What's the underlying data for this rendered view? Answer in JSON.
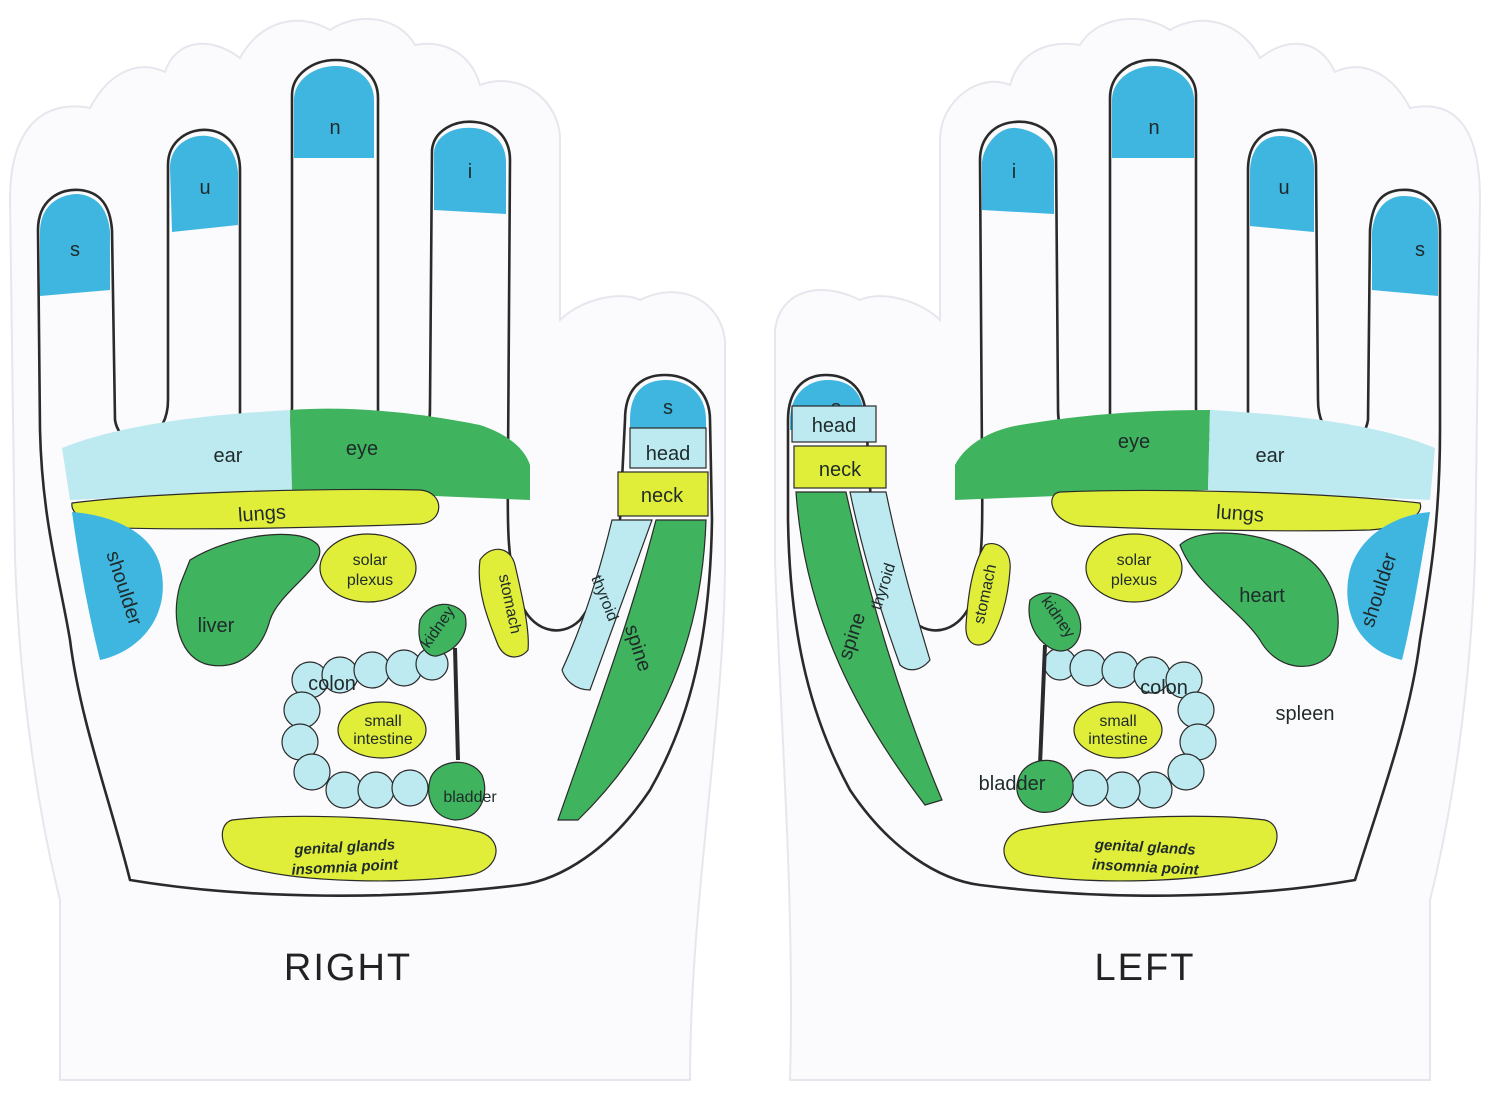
{
  "colors": {
    "blue": "#3fb6e0",
    "light_blue": "#bde9f0",
    "green": "#3fb35e",
    "yellow": "#e0ee3a",
    "glove": "#fbfbfd",
    "outline": "#2a2a2a"
  },
  "right_hand": {
    "caption": "RIGHT",
    "tips": {
      "little": "s",
      "ring": "u",
      "middle": "n",
      "index": "i",
      "thumb": "s"
    },
    "zones": {
      "ear": "ear",
      "eye": "eye",
      "lungs": "lungs",
      "shoulder": "shoulder",
      "liver": "liver",
      "solar_1": "solar",
      "solar_2": "plexus",
      "stomach": "stomach",
      "kidney": "kidney",
      "colon": "colon",
      "small_1": "small",
      "small_2": "intestine",
      "bladder": "bladder",
      "genital": "genital glands",
      "insomnia": "insomnia point",
      "head": "head",
      "neck": "neck",
      "thyroid": "thyroid",
      "spine": "spine"
    }
  },
  "left_hand": {
    "caption": "LEFT",
    "tips": {
      "index": "i",
      "middle": "n",
      "ring": "u",
      "little": "s",
      "thumb": "s"
    },
    "zones": {
      "eye": "eye",
      "ear": "ear",
      "lungs": "lungs",
      "shoulder": "shoulder",
      "heart": "heart",
      "solar_1": "solar",
      "solar_2": "plexus",
      "stomach": "stomach",
      "kidney": "kidney",
      "colon": "colon",
      "small_1": "small",
      "small_2": "intestine",
      "bladder": "bladder",
      "spleen": "spleen",
      "genital": "genital glands",
      "insomnia": "insomnia point",
      "head": "head",
      "neck": "neck",
      "thyroid": "thyroid",
      "spine": "spine"
    }
  }
}
